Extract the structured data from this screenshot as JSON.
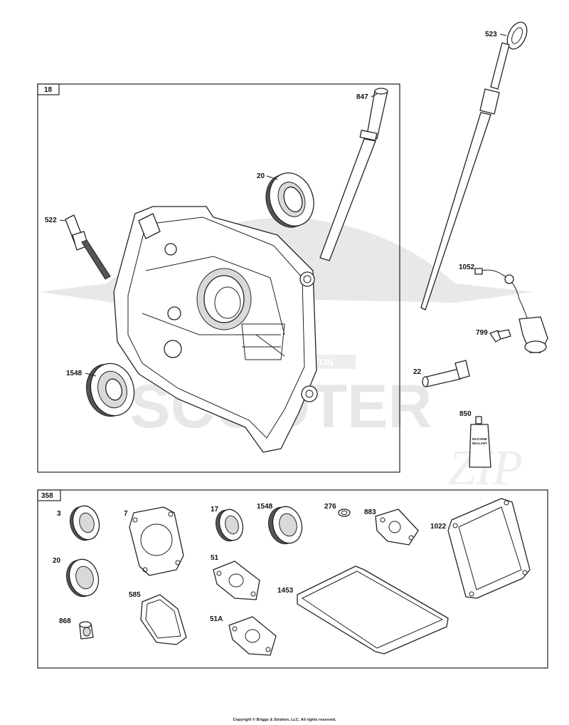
{
  "boxes": {
    "top": "18",
    "bottom": "358"
  },
  "watermark": {
    "brand": "BRIGGS & STRATTON",
    "name": "SCOOTER",
    "suffix": "ZIP"
  },
  "labels": {
    "p847": "847",
    "p20a": "20",
    "p522": "522",
    "p1548a": "1548",
    "p523": "523",
    "p1052": "1052",
    "p799": "799",
    "p22": "22",
    "p850": "850",
    "p3": "3",
    "p7": "7",
    "p17": "17",
    "p1548b": "1548",
    "p276": "276",
    "p883": "883",
    "p1022": "1022",
    "p20b": "20",
    "p585": "585",
    "p51": "51",
    "p1453": "1453",
    "p51a": "51A",
    "p868": "868"
  },
  "sealant": {
    "line1": "SILICONE",
    "line2": "SEALANT"
  },
  "copyright": "Copyright © Briggs & Stratton, LLC. All rights reserved."
}
